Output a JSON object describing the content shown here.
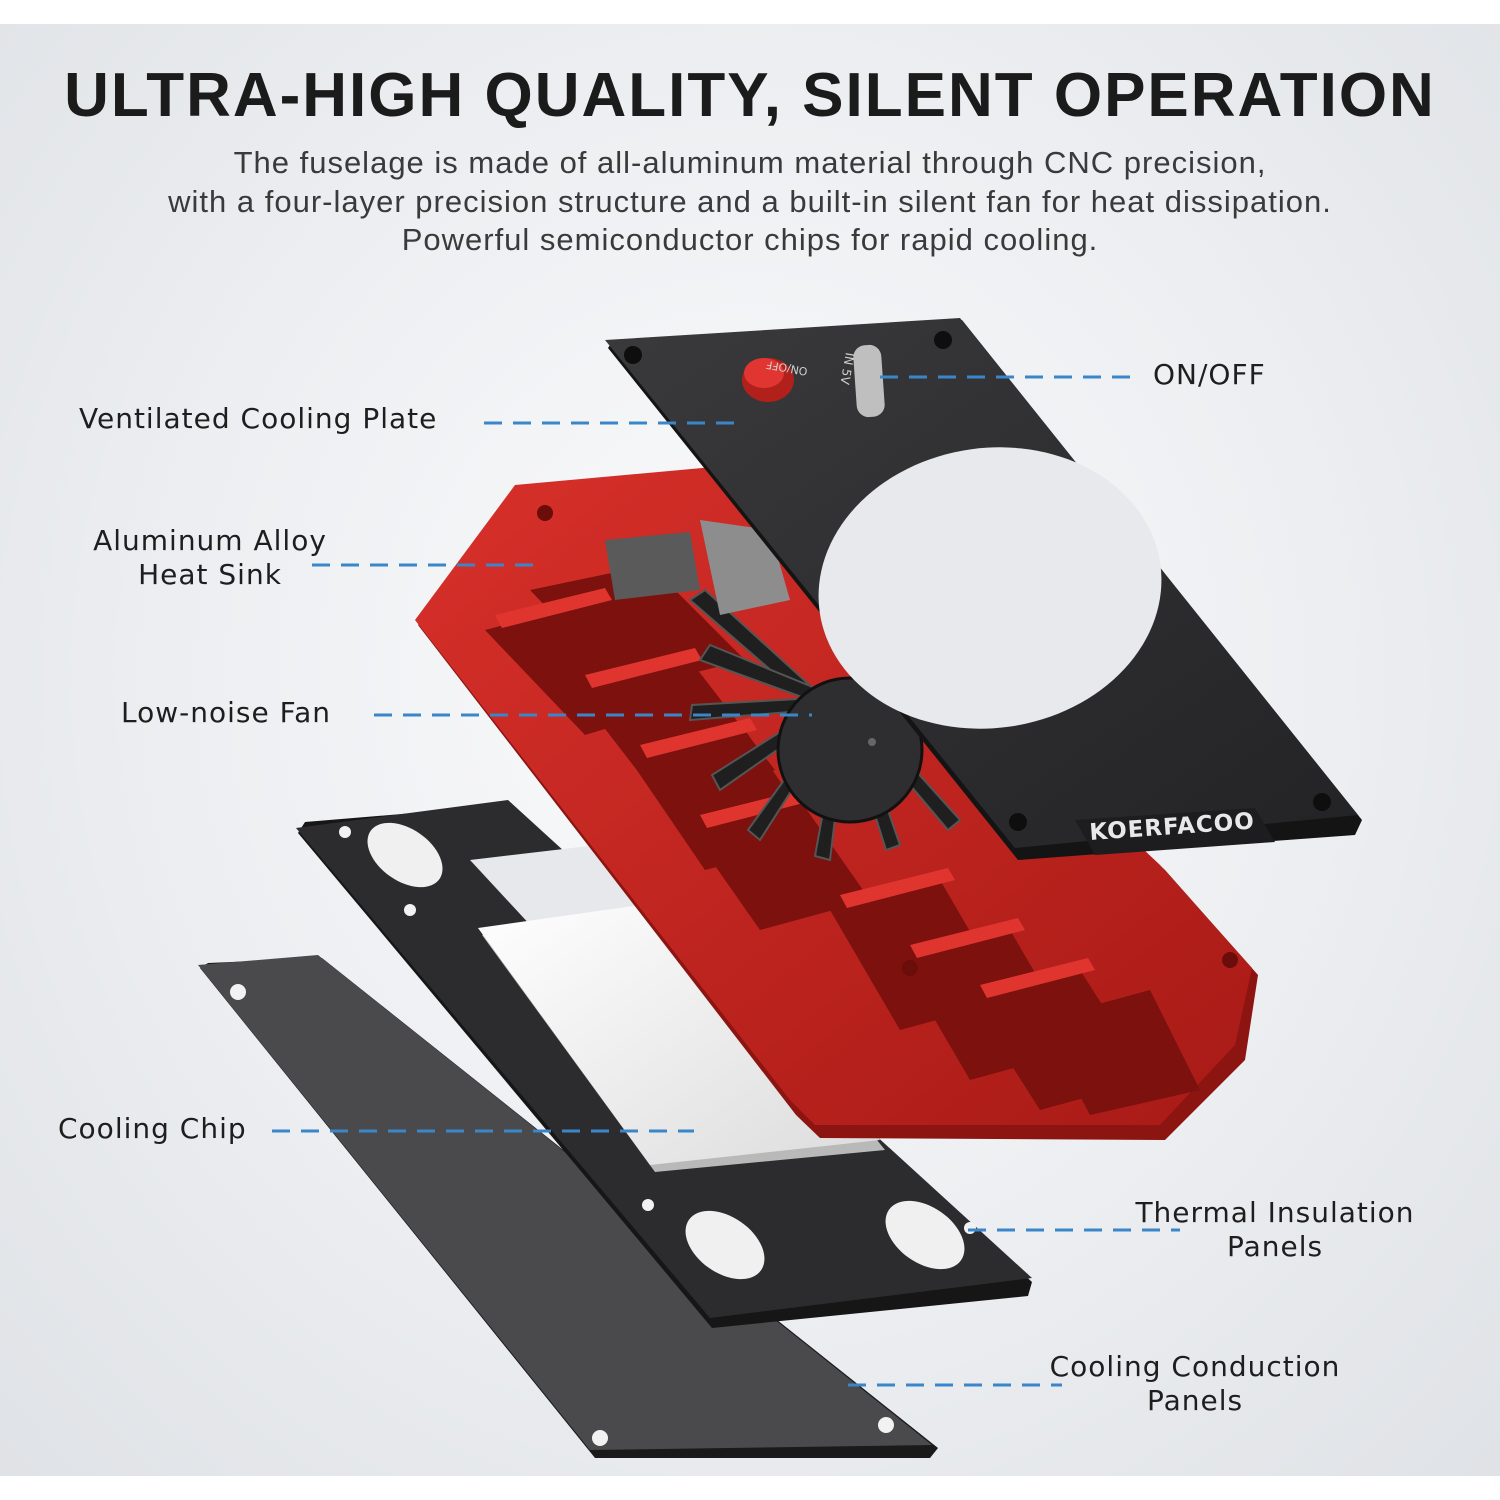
{
  "header": {
    "title": "ULTRA-HIGH QUALITY, SILENT OPERATION",
    "subtitle_lines": [
      "The fuselage is made of all-aluminum material through CNC precision,",
      "with a four-layer precision structure and a built-in silent fan for heat dissipation.",
      "Powerful semiconductor chips for rapid cooling."
    ]
  },
  "callouts": {
    "on_off": "ON/OFF",
    "cooling_plate": "Ventilated Cooling Plate",
    "heat_sink_line1": "Aluminum Alloy",
    "heat_sink_line2": "Heat Sink",
    "fan": "Low-noise Fan",
    "chip": "Cooling Chip",
    "insulation_line1": "Thermal Insulation",
    "insulation_line2": "Panels",
    "conduction_line1": "Cooling Conduction",
    "conduction_line2": "Panels"
  },
  "product": {
    "brand_logo": "KOERFACOO",
    "switch_label": "ON/OFF",
    "port_label": "IN 5V"
  },
  "colors": {
    "heat_sink_red": "#c8251f",
    "plate_black": "#2b2b2d",
    "leader_blue": "#3a86c8"
  }
}
